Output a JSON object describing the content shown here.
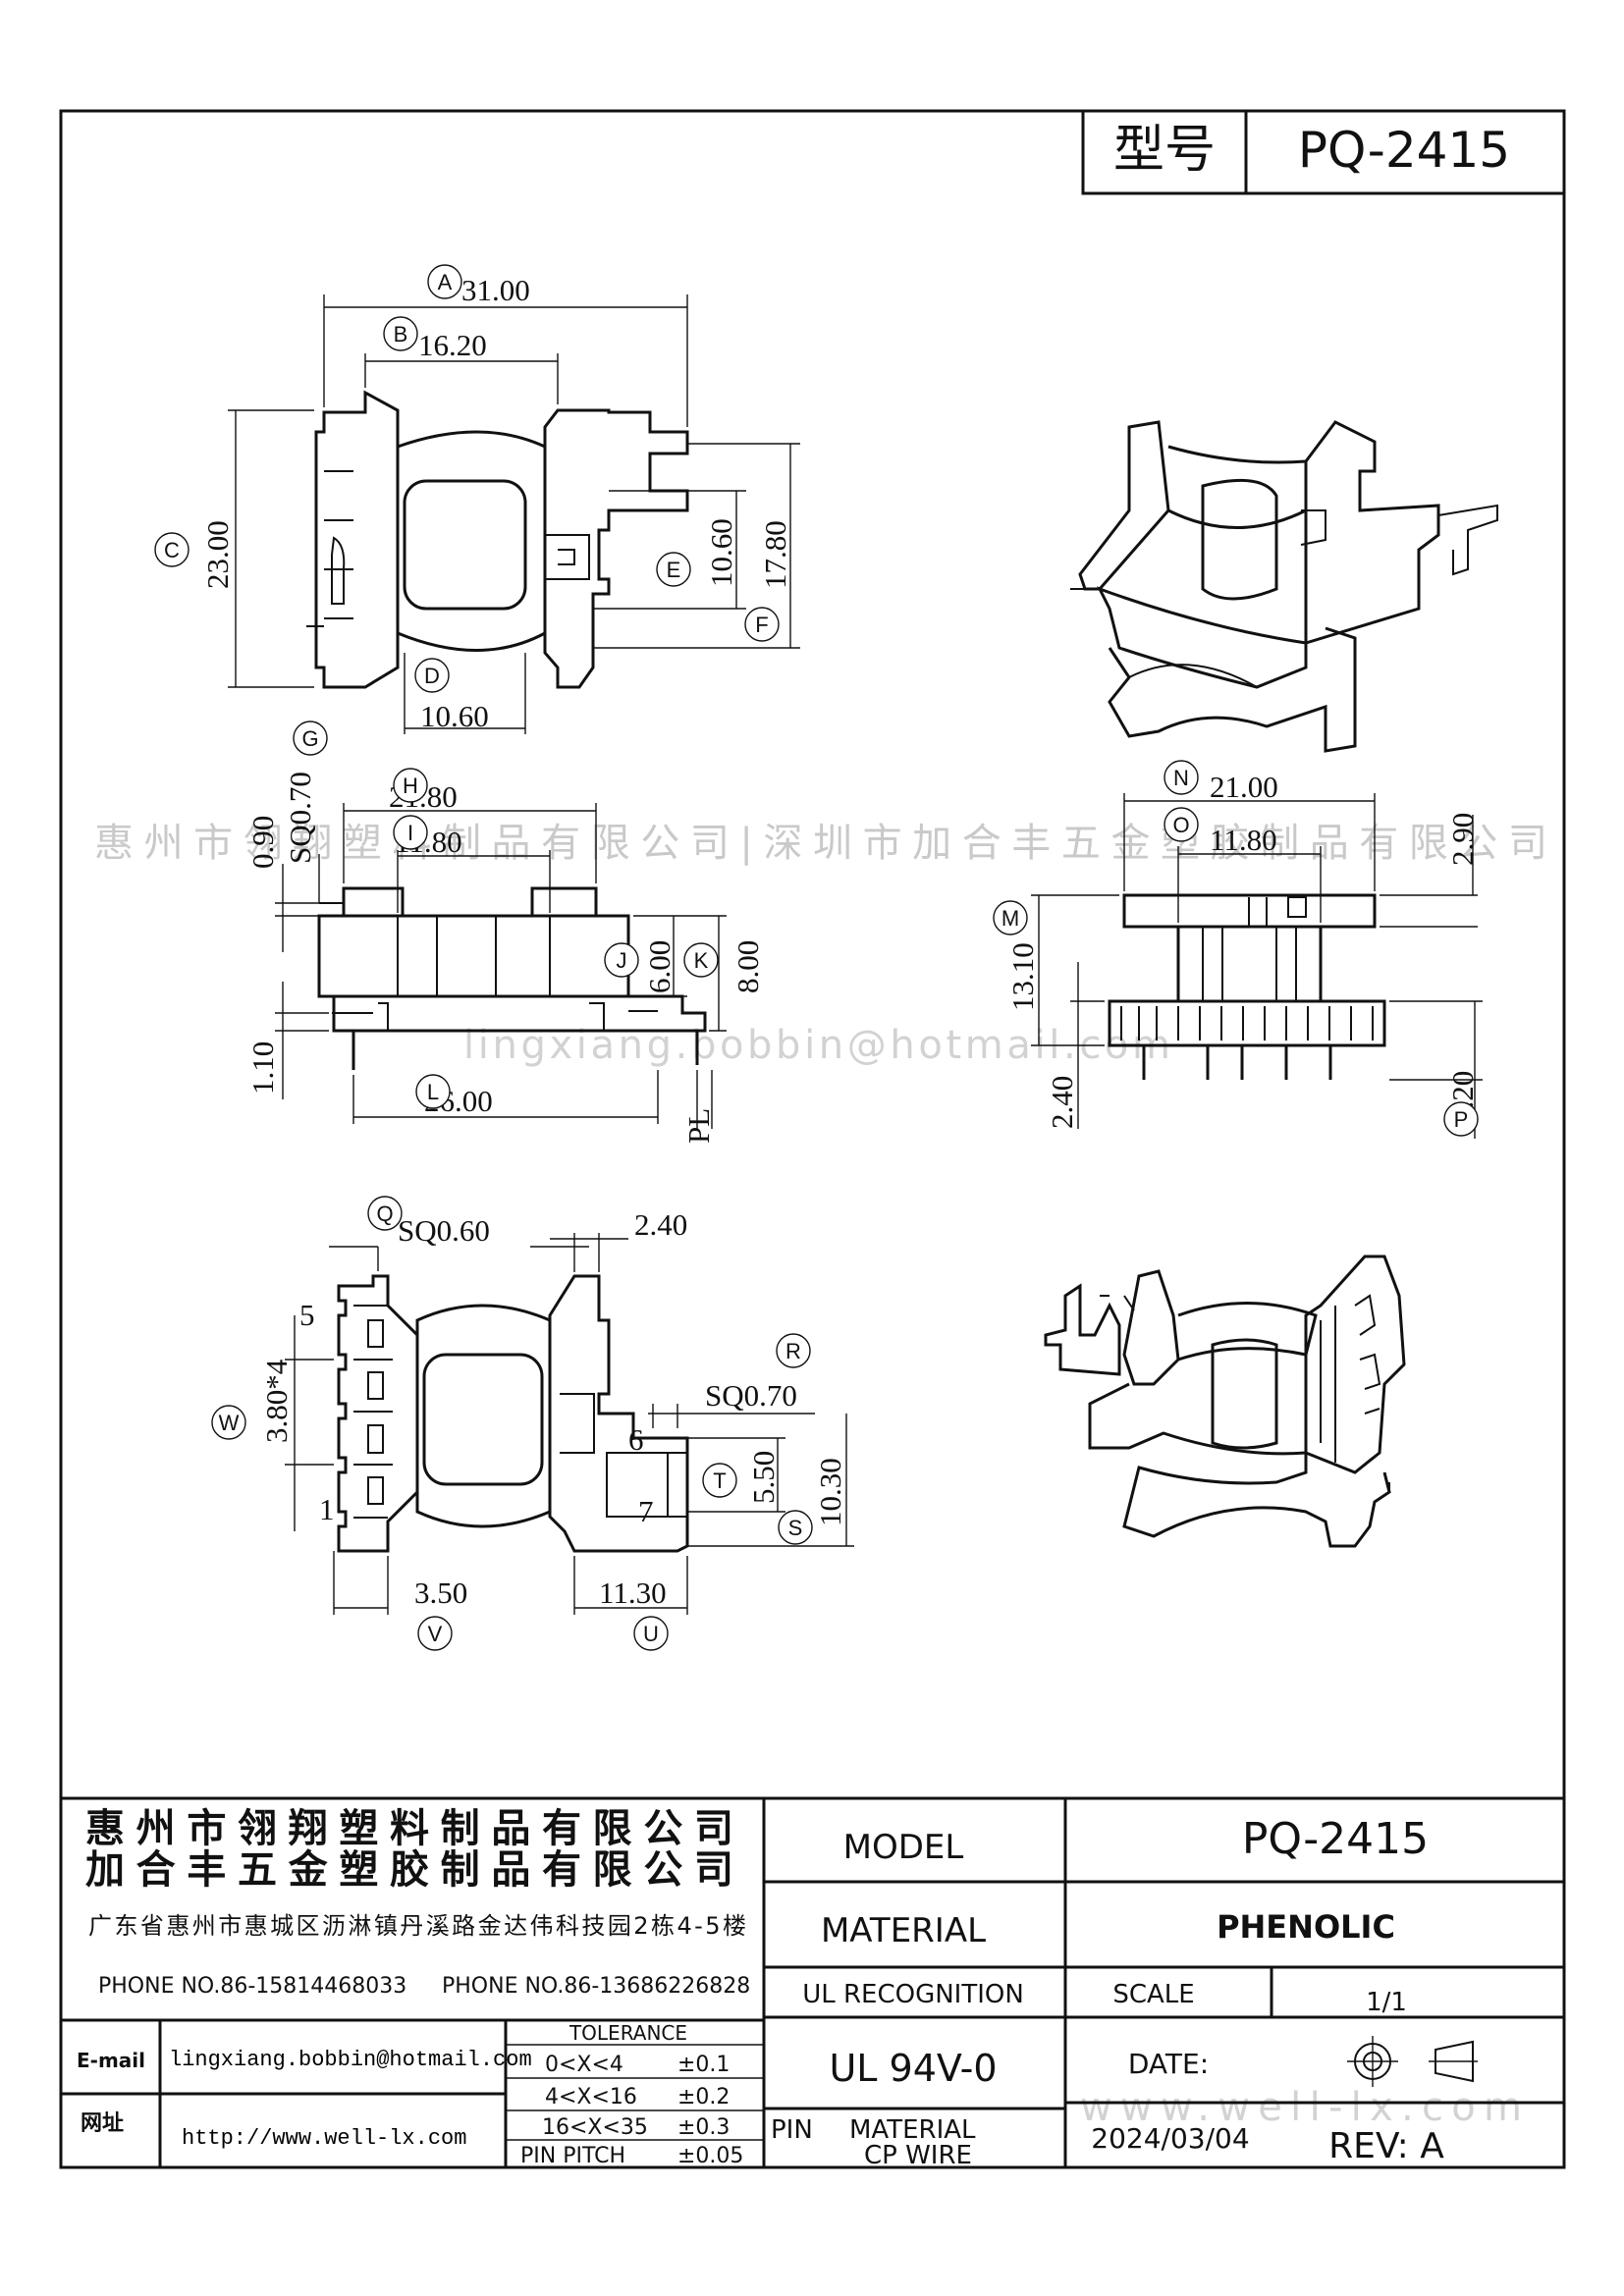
{
  "header": {
    "model_label": "型号",
    "model_value": "PQ-2415"
  },
  "dimensions": {
    "A": "31.00",
    "B": "16.20",
    "C": "23.00",
    "D": "10.60",
    "E": "10.60",
    "F": "17.80",
    "G": "SQ0.70",
    "G2": "0.90",
    "H": "21.80",
    "I": "11.80",
    "J": "6.00",
    "K": "8.00",
    "L": "26.00",
    "L2": "1.10",
    "PL": "PL",
    "N": "21.00",
    "O": "11.80",
    "N2": "2.90",
    "M": "13.10",
    "M2": "2.40",
    "P": "4.20",
    "Q": "SQ0.60",
    "Q2": "2.40",
    "R": "SQ0.70",
    "T": "5.50",
    "S": "10.30",
    "W": "3.80*4",
    "V": "3.50",
    "U": "11.30"
  },
  "balloons": [
    "A",
    "B",
    "C",
    "D",
    "E",
    "F",
    "G",
    "H",
    "I",
    "J",
    "K",
    "L",
    "M",
    "N",
    "O",
    "P",
    "Q",
    "R",
    "S",
    "T",
    "U",
    "V",
    "W"
  ],
  "pins": {
    "p5": "5",
    "p1": "1",
    "p6": "6",
    "p7": "7"
  },
  "watermarks": {
    "company_line": "惠州市翎翔塑料制品有限公司|深圳市加合丰五金塑胶制品有限公司",
    "email_line": "lingxiang.bobbin@hotmail.com",
    "web_line": "www.well-lx.com"
  },
  "titleblock": {
    "company1": "惠州市翎翔塑料制品有限公司",
    "company2": "加合丰五金塑胶制品有限公司",
    "address": "广东省惠州市惠城区沥淋镇丹溪路金达伟科技园2栋4-5楼",
    "phone1": "PHONE NO.86-15814468033",
    "phone2": "PHONE NO.86-13686226828",
    "email_label": "E-mail",
    "email_value": "lingxiang.bobbin@hotmail.com",
    "web_label": "网址",
    "web_value": "http://www.well-lx.com",
    "tolerance_title": "TOLERANCE",
    "tolerances": [
      {
        "range": "0<X<4",
        "value": "±0.1"
      },
      {
        "range": "4<X<16",
        "value": "±0.2"
      },
      {
        "range": "16<X<35",
        "value": "±0.3"
      },
      {
        "range": "PIN PITCH",
        "value": "±0.05"
      }
    ],
    "model_label": "MODEL",
    "model_value": "PQ-2415",
    "material_label": "MATERIAL",
    "material_value": "PHENOLIC",
    "ul_label": "UL RECOGNITION",
    "ul_value": "UL 94V-0",
    "scale_label": "SCALE",
    "scale_value": "1/1",
    "date_label": "DATE:",
    "date_value": "2024/03/04",
    "pin_label": "PIN",
    "pin_material_label": "MATERIAL",
    "pin_material_value": "CP WIRE",
    "rev_label": "REV: A",
    "projection_icon": "third-angle-projection-icon"
  }
}
